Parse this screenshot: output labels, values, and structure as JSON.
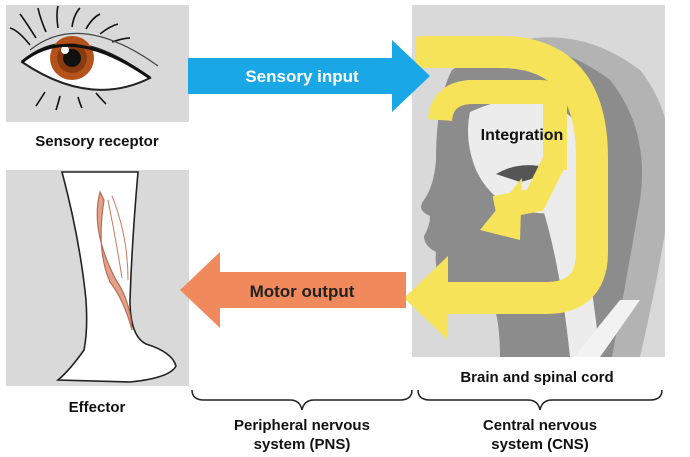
{
  "labels": {
    "sensory_receptor": "Sensory receptor",
    "effector": "Effector",
    "sensory_input": "Sensory input",
    "motor_output": "Motor output",
    "integration": "Integration",
    "brain_spinal_cord": "Brain and spinal cord",
    "pns_line1": "Peripheral nervous",
    "pns_line2": "system (PNS)",
    "cns_line1": "Central nervous",
    "cns_line2": "system (CNS)"
  },
  "colors": {
    "panel_gray": "#d9d9d9",
    "sensory_arrow": "#1aa7e6",
    "motor_arrow": "#f08a5d",
    "integration_loop": "#f7e35a",
    "head_silhouette": "#8c8c8c",
    "skull": "#ececec",
    "iris": "#b5521b",
    "muscle": "#e3a189"
  },
  "icons": {
    "eye": "eye-icon",
    "leg": "leg-icon",
    "head": "head-silhouette-icon"
  }
}
